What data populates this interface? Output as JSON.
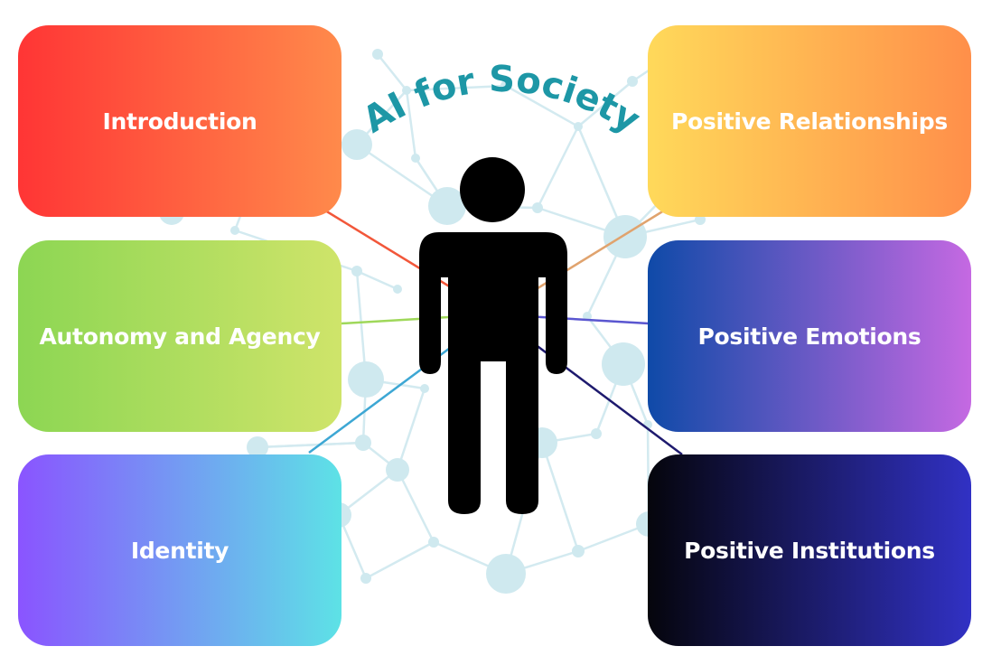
{
  "title": "AI for Society",
  "colors": {
    "title": "#1d97a6",
    "network_node": "#cfe9ef",
    "network_edge": "#d3eaf0",
    "person": "#000000"
  },
  "icons": {
    "person": "person-silhouette-icon",
    "background": "network-graph-icon"
  },
  "topics": [
    {
      "id": "intro",
      "label": "Introduction",
      "line_color": "#f2573a"
    },
    {
      "id": "auto",
      "label": "Autonomy and Agency",
      "line_color": "#9fd85a"
    },
    {
      "id": "ident",
      "label": "Identity",
      "line_color": "#3da7d4"
    },
    {
      "id": "rel",
      "label": "Positive Relationships",
      "line_color": "#e0a36e"
    },
    {
      "id": "emo",
      "label": "Positive Emotions",
      "line_color": "#5a56d0"
    },
    {
      "id": "inst",
      "label": "Positive Institutions",
      "line_color": "#1e1a6e"
    }
  ]
}
